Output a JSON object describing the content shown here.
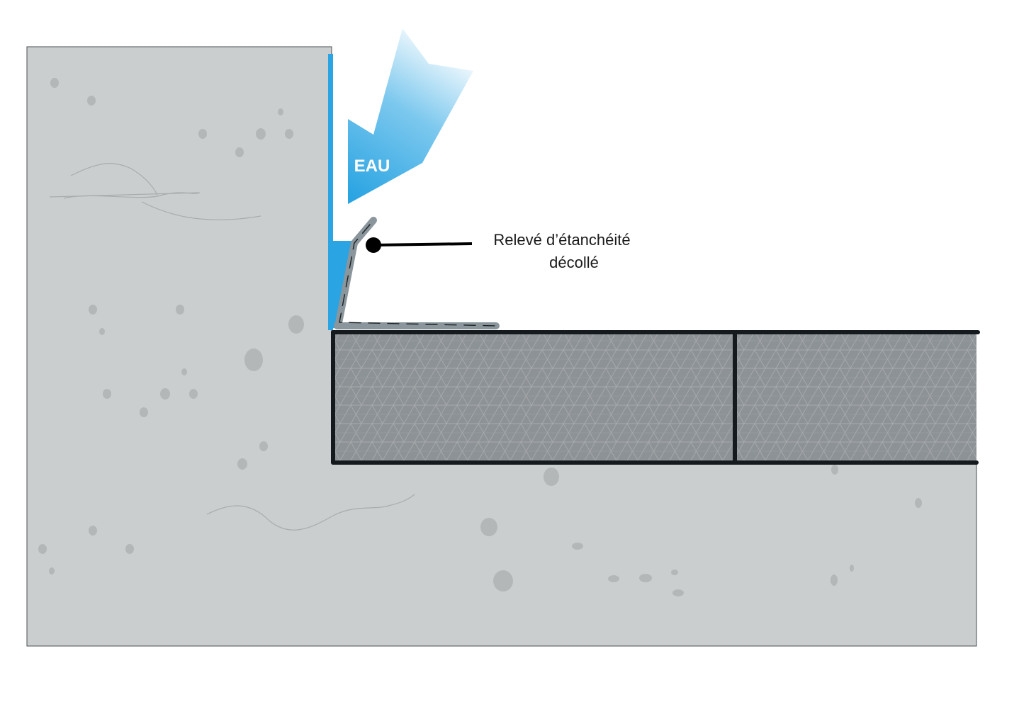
{
  "labels": {
    "water": "EAU",
    "callout_line1": "Relevé d’étanchéité",
    "callout_line2": "décollé"
  },
  "colors": {
    "concrete": "#cbcecf",
    "concrete_speck": "#b4b7b8",
    "water_blue": "#2aa4e2",
    "insulation_fill": "#8d9296",
    "insulation_border": "#141a1d",
    "membrane": "#8a969c",
    "callout": "#000000"
  },
  "icons": {
    "water_arrow": "arrow-down-left-icon",
    "callout_dot": "callout-dot-icon"
  }
}
